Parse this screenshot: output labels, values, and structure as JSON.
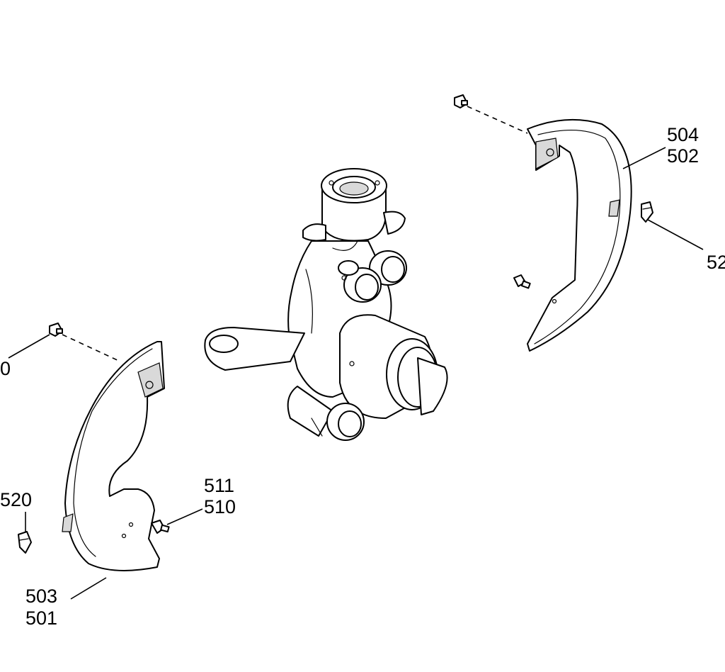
{
  "callouts": {
    "right_shield": {
      "line1": "504",
      "line2": "502"
    },
    "right_clip": "52",
    "left_bolt": "0",
    "left_clip": "520",
    "center_bolt": {
      "line1": "511",
      "line2": "510"
    },
    "left_shield": {
      "line1": "503",
      "line2": "501"
    }
  }
}
